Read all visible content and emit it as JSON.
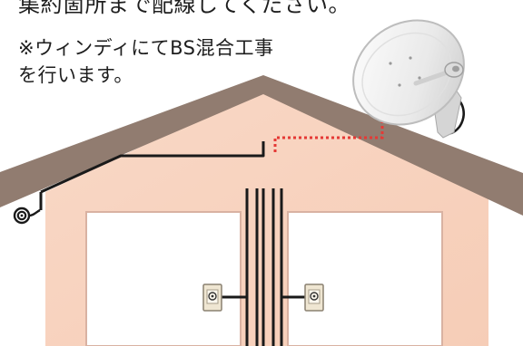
{
  "caption": {
    "line1": "集約箇所まで配線してください。",
    "line2": "※ウィンディにてBS混合工事",
    "line3": "を行います。"
  },
  "colors": {
    "wall": "#f8d2bd",
    "roof": "#917c70",
    "room": "#ffffff",
    "room_border": "#d9b2a2",
    "cable": "#1a1a1a",
    "signal_line": "#e53935",
    "outlet_plate": "#efe6d2",
    "dish": "#e8e8e8"
  },
  "icons": {
    "antenna": "satellite-dish-icon",
    "outlet": "tv-outlet-icon",
    "coil": "cable-coil-icon"
  }
}
